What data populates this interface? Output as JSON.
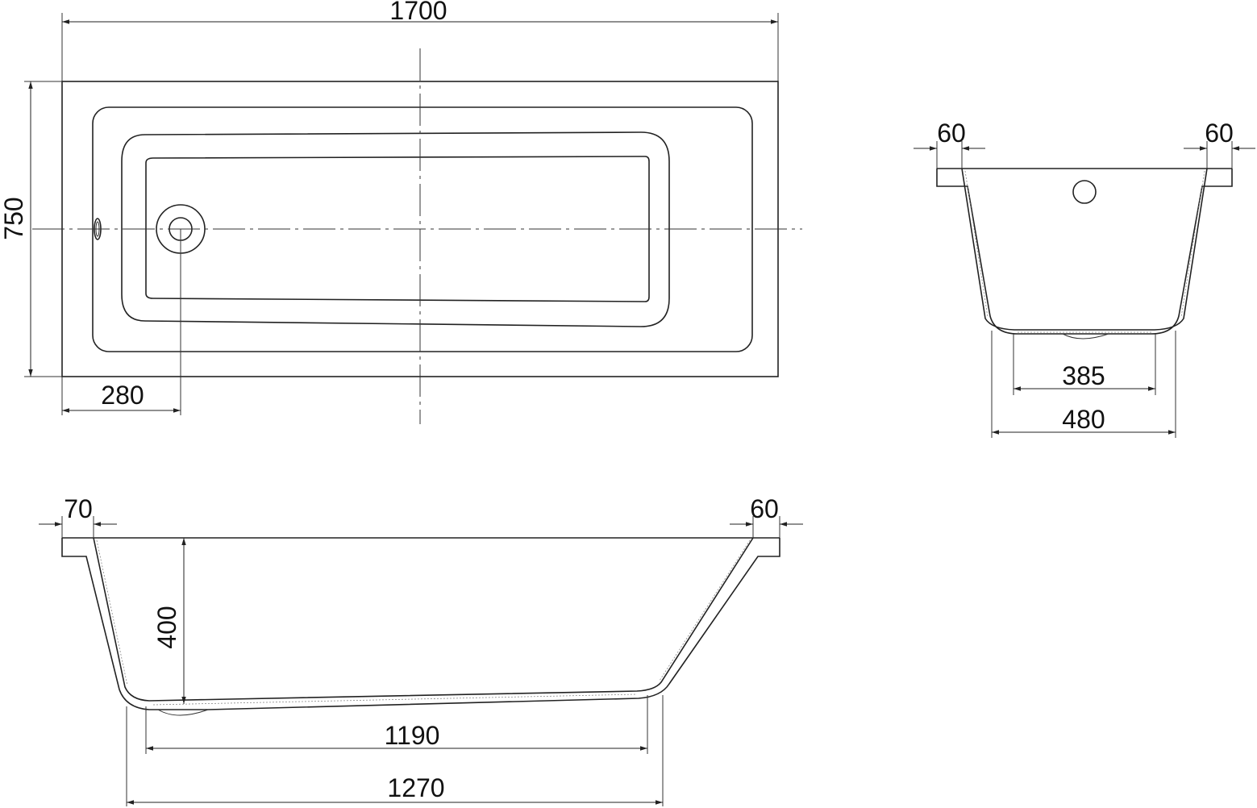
{
  "views": {
    "top": {
      "name": "top-view"
    },
    "end": {
      "name": "end-section-view"
    },
    "side": {
      "name": "side-section-view"
    }
  },
  "dimensions": {
    "overall_length": "1700",
    "overall_width": "750",
    "drain_offset": "280",
    "end_rim_left": "60",
    "end_rim_right": "60",
    "end_bottom_inner": "385",
    "end_bottom_outer": "480",
    "side_rim_left": "70",
    "side_rim_right": "60",
    "depth": "400",
    "side_bottom_inner": "1190",
    "side_bottom_outer": "1270"
  }
}
